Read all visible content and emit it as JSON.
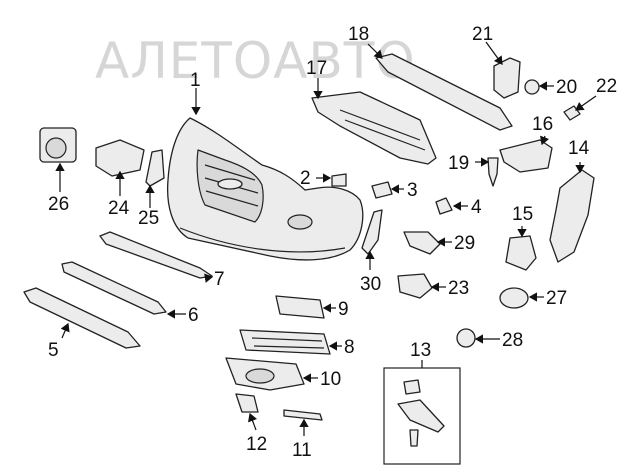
{
  "watermark": {
    "text": "АЛЕТОАВТО"
  },
  "diagram": {
    "labels": [
      "1",
      "2",
      "3",
      "4",
      "5",
      "6",
      "7",
      "8",
      "9",
      "10",
      "11",
      "12",
      "13",
      "14",
      "15",
      "16",
      "17",
      "18",
      "19",
      "20",
      "21",
      "22",
      "23",
      "24",
      "25",
      "26",
      "27",
      "28",
      "29",
      "30"
    ]
  },
  "colors": {
    "line": "#222222",
    "fill": "#ececec",
    "watermark": "#d6d6d6"
  }
}
